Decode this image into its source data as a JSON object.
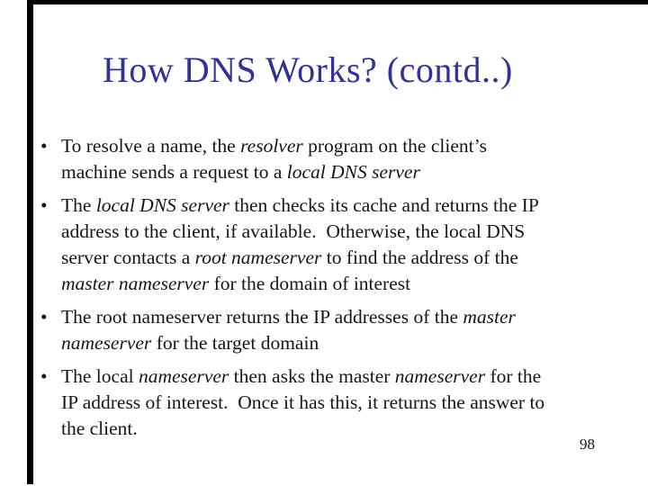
{
  "slide": {
    "title": "How DNS Works? (contd..)",
    "title_color": "#31319b",
    "body_color": "#161616",
    "edge_color": "#000000",
    "bullet_char": "•",
    "page_number": "98",
    "bullets": [
      {
        "lines": [
          [
            {
              "t": "To resolve a name, the "
            },
            {
              "t": "resolver",
              "i": true
            },
            {
              "t": " program on the client’s"
            }
          ],
          [
            {
              "t": "machine sends a request to a "
            },
            {
              "t": "local DNS server",
              "i": true
            }
          ]
        ]
      },
      {
        "lines": [
          [
            {
              "t": "The "
            },
            {
              "t": "local DNS server",
              "i": true
            },
            {
              "t": " then checks its cache and returns the IP"
            }
          ],
          [
            {
              "t": "address to the client, if available.  Otherwise, the local DNS"
            }
          ],
          [
            {
              "t": "server contacts a "
            },
            {
              "t": "root nameserver",
              "i": true
            },
            {
              "t": " to find the address of the"
            }
          ],
          [
            {
              "t": "master nameserver",
              "i": true
            },
            {
              "t": " for the domain of interest"
            }
          ]
        ]
      },
      {
        "lines": [
          [
            {
              "t": "The root nameserver returns the IP addresses of the "
            },
            {
              "t": "master",
              "i": true
            }
          ],
          [
            {
              "t": "nameserver",
              "i": true
            },
            {
              "t": " for the target domain"
            }
          ]
        ]
      },
      {
        "lines": [
          [
            {
              "t": "The local "
            },
            {
              "t": "nameserver",
              "i": true
            },
            {
              "t": " then asks the master "
            },
            {
              "t": "nameserver",
              "i": true
            },
            {
              "t": " for the"
            }
          ],
          [
            {
              "t": "IP address of interest.  Once it has this, it returns the answer to"
            }
          ],
          [
            {
              "t": "the client."
            }
          ]
        ]
      }
    ]
  }
}
